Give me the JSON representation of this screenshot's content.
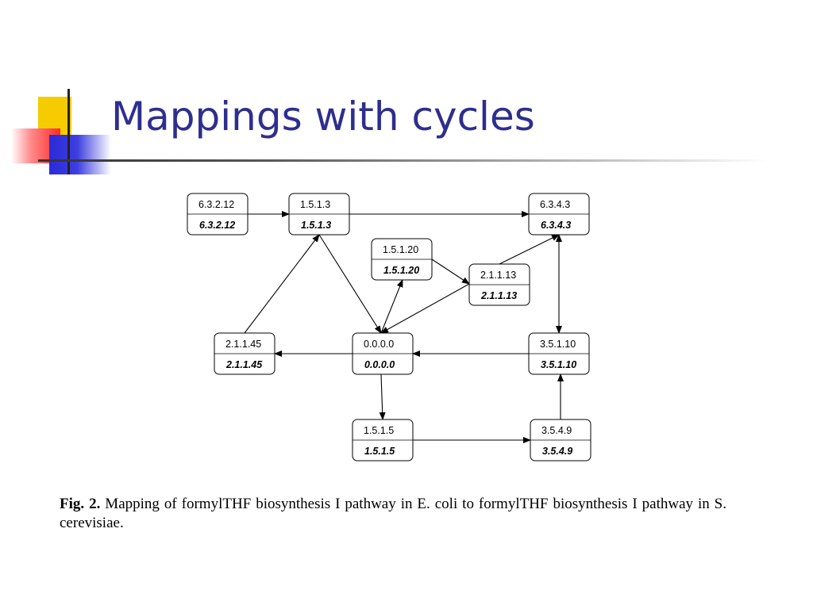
{
  "slide": {
    "title": "Mappings with cycles"
  },
  "figure": {
    "nodes": [
      {
        "id": "n63212",
        "top": "6.3.2.12",
        "bottom": "6.3.2.12"
      },
      {
        "id": "n1513",
        "top": "1.5.1.3",
        "bottom": "1.5.1.3"
      },
      {
        "id": "n6343",
        "top": "6.3.4.3",
        "bottom": "6.3.4.3"
      },
      {
        "id": "n15120",
        "top": "1.5.1.20",
        "bottom": "1.5.1.20"
      },
      {
        "id": "n21113",
        "top": "2.1.1.13",
        "bottom": "2.1.1.13"
      },
      {
        "id": "n21145",
        "top": "2.1.1.45",
        "bottom": "2.1.1.45"
      },
      {
        "id": "n0000",
        "top": "0.0.0.0",
        "bottom": "0.0.0.0"
      },
      {
        "id": "n35110",
        "top": "3.5.1.10",
        "bottom": "3.5.1.10"
      },
      {
        "id": "n1515",
        "top": "1.5.1.5",
        "bottom": "1.5.1.5"
      },
      {
        "id": "n3549",
        "top": "3.5.4.9",
        "bottom": "3.5.4.9"
      }
    ],
    "edges": [
      {
        "from": "n63212",
        "to": "n1513"
      },
      {
        "from": "n1513",
        "to": "n6343"
      },
      {
        "from": "n1513",
        "to": "n0000"
      },
      {
        "from": "n0000",
        "to": "n15120"
      },
      {
        "from": "n15120",
        "to": "n21113"
      },
      {
        "from": "n21113",
        "to": "n6343"
      },
      {
        "from": "n21113",
        "to": "n0000"
      },
      {
        "from": "n6343",
        "to": "n35110",
        "bidirectional": true
      },
      {
        "from": "n21145",
        "to": "n1513"
      },
      {
        "from": "n0000",
        "to": "n21145"
      },
      {
        "from": "n35110",
        "to": "n0000"
      },
      {
        "from": "n0000",
        "to": "n1515"
      },
      {
        "from": "n1515",
        "to": "n3549"
      },
      {
        "from": "n3549",
        "to": "n35110"
      }
    ],
    "caption_label": "Fig. 2.",
    "caption_text": "Mapping of formylTHF biosynthesis I pathway in E. coli to formylTHF biosynthesis I pathway in S. cerevisiae."
  }
}
